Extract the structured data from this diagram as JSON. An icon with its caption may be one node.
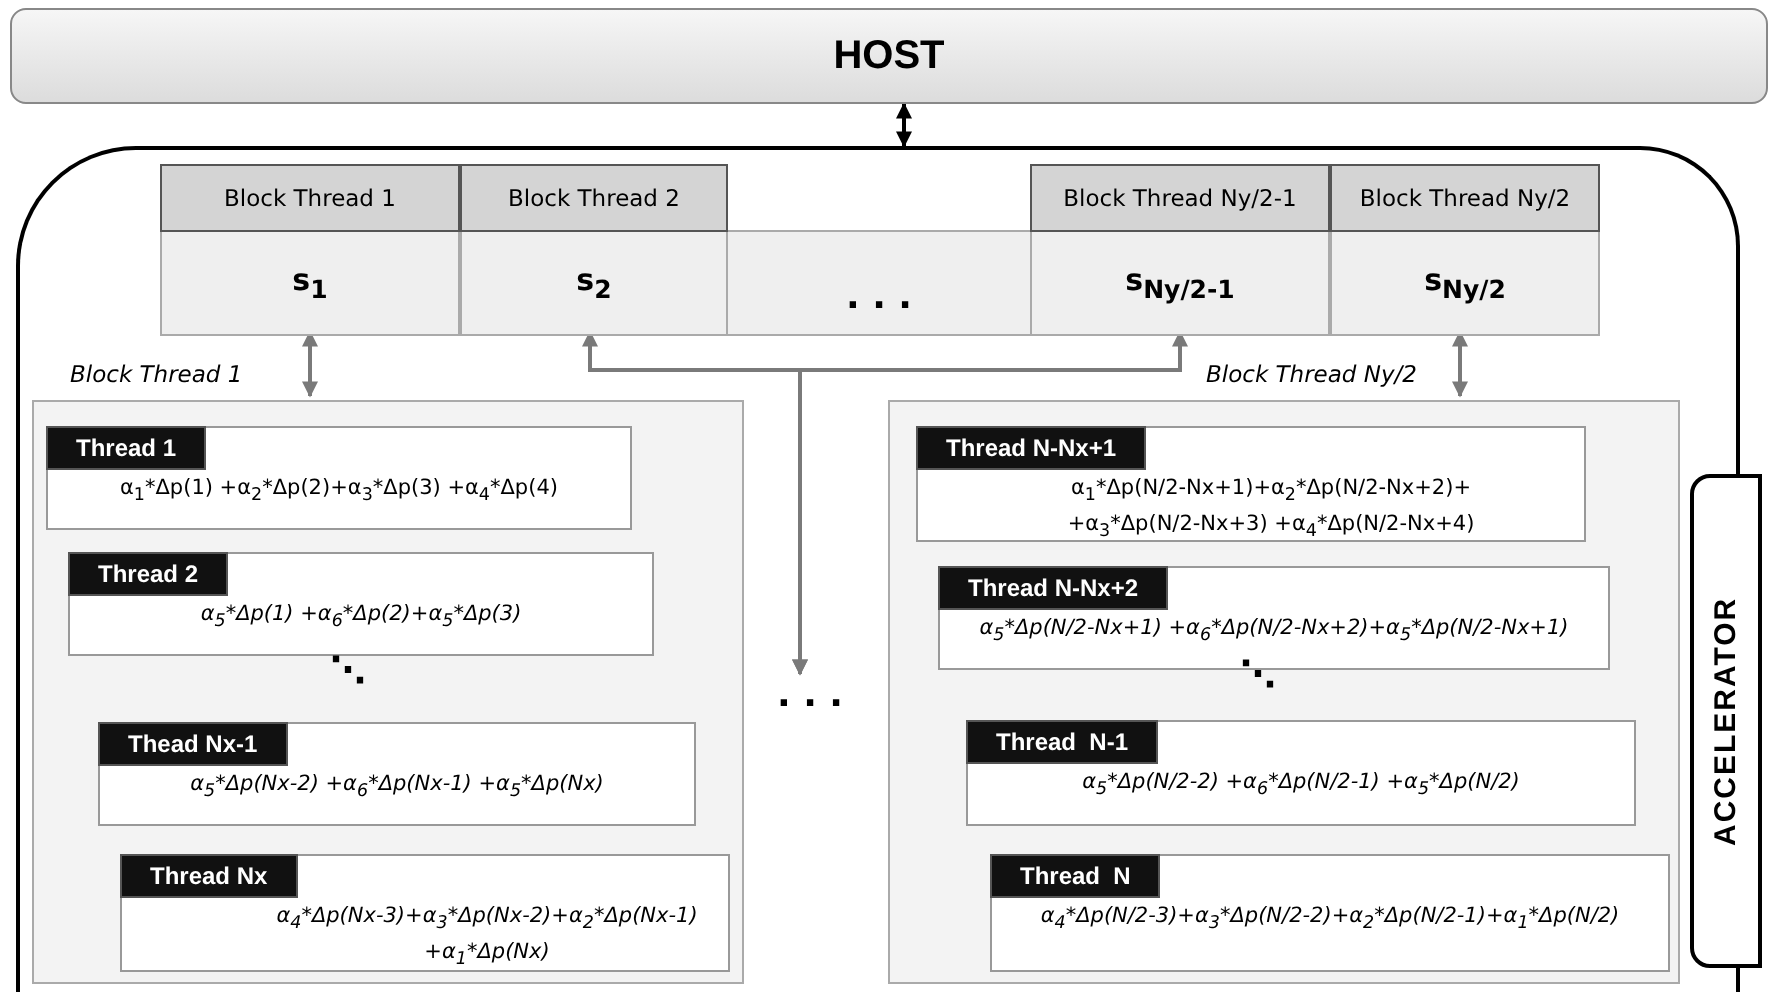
{
  "diagram": {
    "nodes": [
      {
        "text": [
          "HOST"
        ]
      },
      {
        "text": [
          "ACCELERATOR"
        ]
      },
      {
        "text": [
          "Block Thread 1",
          "s$_{1}$"
        ],
        "in": 1
      },
      {
        "text": [
          "Block Thread 2",
          "s$_{2}$"
        ],
        "in": 1
      },
      {
        "text": [
          ". . ."
        ],
        "in": 1
      },
      {
        "text": [
          "Block Thread Ny/2-1",
          "s$_{Ny/2-1}$"
        ],
        "in": 1
      },
      {
        "text": [
          "Block Thread Ny/2",
          "s$_{Ny/2}$"
        ],
        "in": 1
      },
      {
        "text": [
          "Block Thread 1"
        ],
        "in": 1
      },
      {
        "text": [
          "Thread 1",
          "α$_{1}$*Δp(1) +α$_{2}$*Δp(2)+α$_{3}$*Δp(3) +α$_{4}$*Δp(4)"
        ],
        "in": 7
      },
      {
        "text": [
          "Thread 2",
          "α$_{5}$*Δp(1) +α$_{6}$*Δp(2)+α$_{5}$*Δp(3)"
        ],
        "in": 7
      },
      {
        "text": [
          "Thead Nx-1",
          "α$_{5}$*Δp(Nx-2) +α$_{6}$*Δp(Nx-1) +α$_{5}$*Δp(Nx)"
        ],
        "in": 7
      },
      {
        "text": [
          "Thread Nx",
          "α$_{4}$*Δp(Nx-3)+α$_{3}$*Δp(Nx-2)+α$_{2}$*Δp(Nx-1) +α$_{1}$*Δp(Nx)"
        ],
        "in": 7
      },
      {
        "text": [
          "Block Thread Ny/2"
        ],
        "in": 1
      },
      {
        "text": [
          "Thread N-Nx+1",
          "α$_{1}$*Δp(N/2-Nx+1)+α$_{2}$*Δp(N/2-Nx+2)+ +α$_{3}$*Δp(N/2-Nx+3) +α$_{4}$*Δp(N/2-Nx+4)"
        ],
        "in": 12
      },
      {
        "text": [
          "Thread N-Nx+2",
          "α$_{5}$*Δp(N/2-Nx+1) +α$_{6}$*Δp(N/2-Nx+2)+α$_{5}$*Δp(N/2-Nx+1)"
        ],
        "in": 12
      },
      {
        "text": [
          "Thread  N-1",
          "α$_{5}$*Δp(N/2-2) +α$_{6}$*Δp(N/2-1) +α$_{5}$*Δp(N/2)"
        ],
        "in": 12
      },
      {
        "text": [
          "Thread  N",
          "α$_{4}$*Δp(N/2-3)+α$_{3}$*Δp(N/2-2)+α$_{2}$*Δp(N/2-1)+α$_{1}$*Δp(N/2)"
        ],
        "in": 12
      },
      {
        "text": [
          ". . ."
        ],
        "in": 1
      }
    ],
    "edges": [
      {
        "from": 0,
        "to": 1,
        "arrow": "both",
        "color": "#000000"
      },
      {
        "from": 2,
        "to": 7,
        "arrow": "both"
      },
      {
        "from": 6,
        "to": 12,
        "arrow": "both"
      },
      {
        "from": 3,
        "to": 17,
        "arrow": "both"
      },
      {
        "from": 5,
        "to": 17,
        "arrow": "both"
      }
    ],
    "labels": [
      "⋱",
      "⋱"
    ]
  }
}
